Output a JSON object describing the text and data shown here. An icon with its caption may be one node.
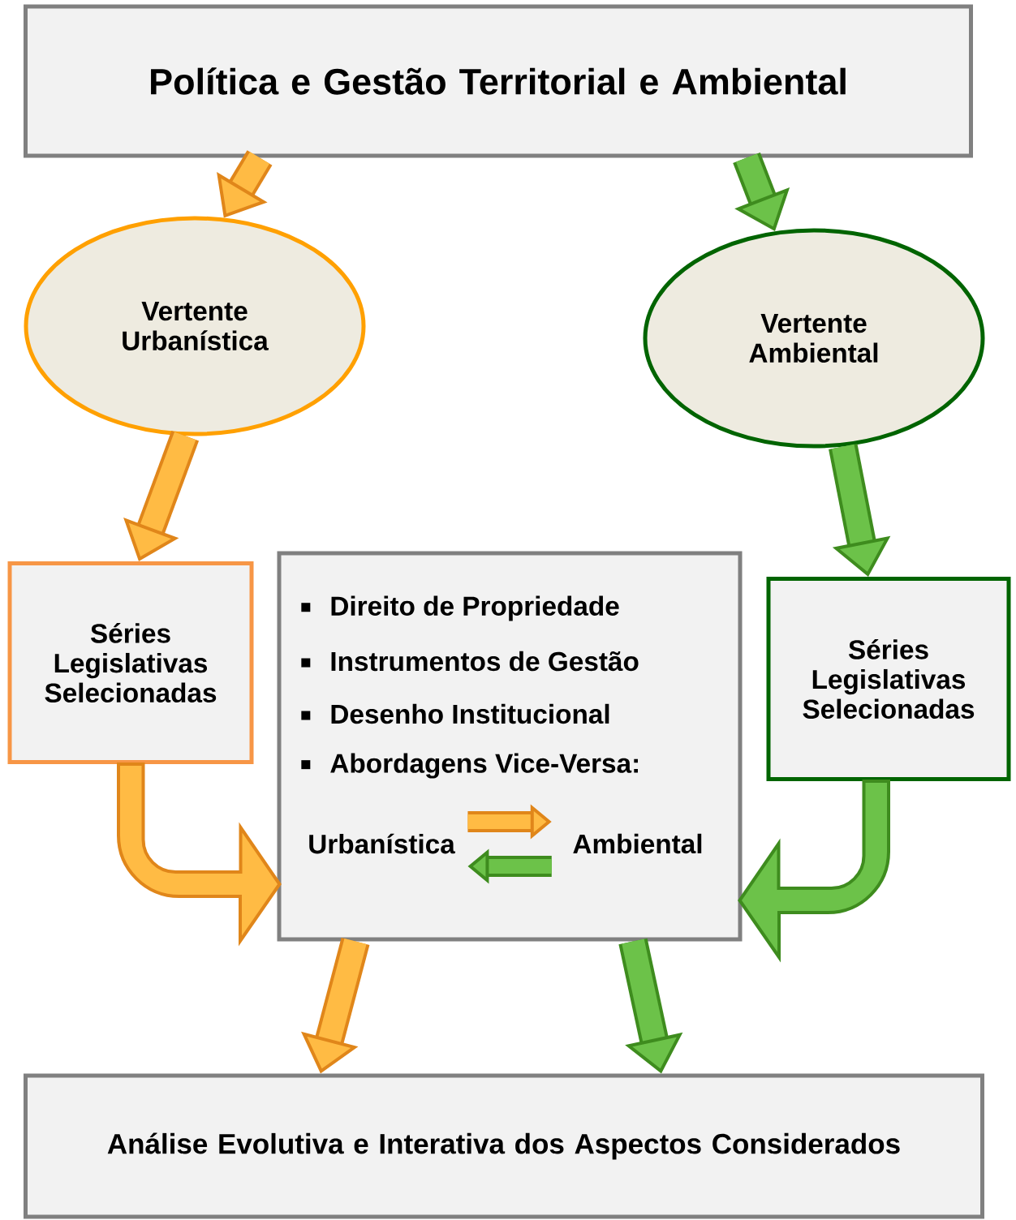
{
  "diagram": {
    "nodes": [
      {
        "text": [
          "Política e Gestão Territorial e Ambiental"
        ]
      },
      {
        "text": [
          "Vertente Urbanística"
        ]
      },
      {
        "text": [
          "Vertente Ambiental"
        ]
      },
      {
        "text": [
          "Séries Legislativas Selecionadas"
        ]
      },
      {
        "text": [
          "Direito de Propriedade",
          "Instrumentos de Gestão",
          "Desenho Institucional",
          "Abordagens Vice-Versa:"
        ]
      },
      {
        "text": [
          "Urbanística"
        ],
        "in": 4
      },
      {
        "text": [
          "Ambiental"
        ],
        "in": 4
      },
      {
        "text": [
          "Séries Legislativas Selecionadas"
        ]
      },
      {
        "text": [
          "Análise Evolutiva e Interativa dos Aspectos Considerados"
        ]
      }
    ],
    "edges": [
      {
        "from": 0,
        "to": 1,
        "arrow": "to",
        "color": "#e0861a"
      },
      {
        "from": 0,
        "to": 2,
        "arrow": "to",
        "color": "#3e8c1e"
      },
      {
        "from": 1,
        "to": 3,
        "arrow": "to",
        "color": "#e0861a"
      },
      {
        "from": 2,
        "to": 7,
        "arrow": "to",
        "color": "#3e8c1e"
      },
      {
        "from": 3,
        "to": 4,
        "arrow": "to",
        "color": "#e0861a"
      },
      {
        "from": 7,
        "to": 4,
        "arrow": "to",
        "color": "#3e8c1e"
      },
      {
        "from": 4,
        "to": 8,
        "arrow": "to",
        "color": "#e0861a"
      },
      {
        "from": 4,
        "to": 8,
        "arrow": "to",
        "color": "#3e8c1e"
      },
      {
        "from": 5,
        "to": 6,
        "arrow": "to",
        "color": "#e0861a"
      },
      {
        "from": 6,
        "to": 5,
        "arrow": "to",
        "color": "#3e8c1e"
      }
    ]
  }
}
